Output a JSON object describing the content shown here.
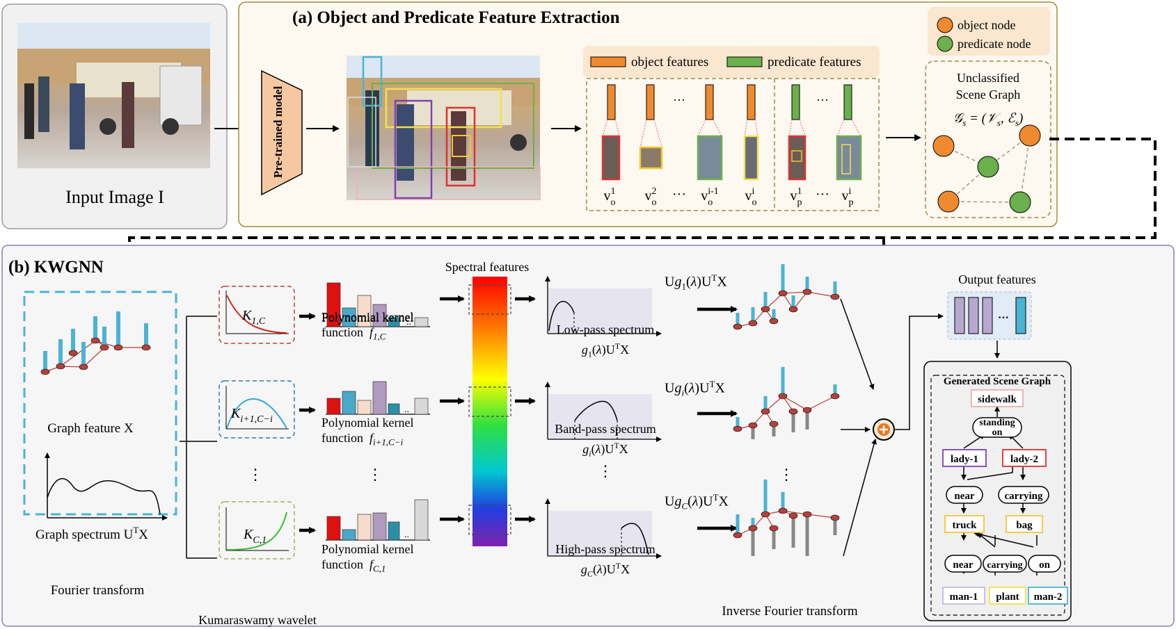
{
  "input": {
    "caption": "Input Image I"
  },
  "section_a": {
    "title": "(a) Object and Predicate Feature Extraction",
    "pretrained_model": "Pre-trained model",
    "legend_object_features": "object features",
    "legend_predicate_features": "predicate features",
    "ellipsis": "···",
    "object_labels": [
      "v_o^1",
      "v_o^2",
      "···",
      "v_o^(i-1)",
      "v_o^i"
    ],
    "predicate_labels": [
      "v_p^1",
      "···",
      "v_p^i"
    ],
    "node_legend": {
      "object_node": "object node",
      "predicate_node": "predicate node"
    },
    "unclassified_title_1": "Unclassified",
    "unclassified_title_2": "Scene Graph",
    "graph_formula": "G_s = (V_s, E_s)"
  },
  "section_b": {
    "title": "(b) KWGNN",
    "graph_feature": "Graph feature  X",
    "graph_spectrum": "Graph spectrum U^T X",
    "fourier_transform": "Fourier transform",
    "kumaraswamy_wavelet": "Kumaraswamy wavelet",
    "kernels": [
      "K_{1,C}",
      "K_{i+1,C−i}",
      "K_{C,1}"
    ],
    "poly_label": "Polynomial kernel",
    "poly_functions": [
      "function  f_{1,C}",
      "function  f_{i+1,C−i}",
      "function  f_{C,1}"
    ],
    "spectral_features": "Spectral features",
    "spectrum_names": [
      "Low-pass spectrum",
      "Band-pass spectrum",
      "High-pass spectrum"
    ],
    "spectrum_formulas": [
      "g_1(λ)U^T X",
      "g_i(λ)U^T X",
      "g_C(λ)U^T X"
    ],
    "reconstruct_formulas": [
      "Ug_1(λ)U^T X",
      "Ug_i(λ)U^T X",
      "Ug_C(λ)U^T X"
    ],
    "vdots": "⋮",
    "inverse_fourier": "Inverse Fourier transform",
    "output_features": "Output features",
    "output_ellipsis": "···",
    "generated_title": "Generated Scene Graph",
    "sg_nodes": {
      "sidewalk": "sidewalk",
      "standing_on": "standing on",
      "lady1": "lady-1",
      "lady2": "lady-2",
      "near1": "near",
      "carrying1": "carrying",
      "truck": "truck",
      "bag": "bag",
      "near2": "near",
      "carrying2": "carrying",
      "on": "on",
      "man1": "man-1",
      "plant": "plant",
      "man2": "man-2"
    }
  },
  "colors": {
    "object": "#f08a2e",
    "predicate": "#6ab04c",
    "stem": "#4bb3d4",
    "node": "#b5413a",
    "panel_a_bg": "#fdf8f0",
    "panel_b_bg": "#f6f6f6"
  }
}
